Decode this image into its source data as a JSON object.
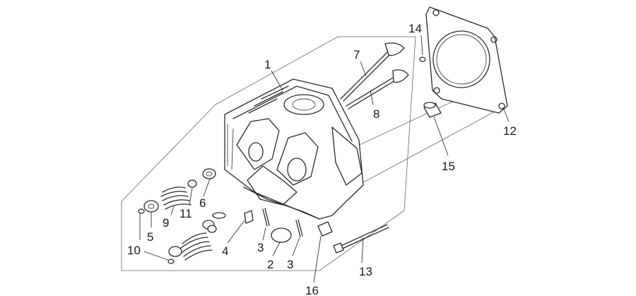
{
  "diagram": {
    "labels": [
      "1",
      "7",
      "8",
      "14",
      "12",
      "15",
      "6",
      "11",
      "9",
      "5",
      "10",
      "4",
      "3",
      "2",
      "3",
      "13",
      "16"
    ],
    "colors": {
      "ink": "#2a2a2a",
      "background": "#ffffff"
    }
  }
}
